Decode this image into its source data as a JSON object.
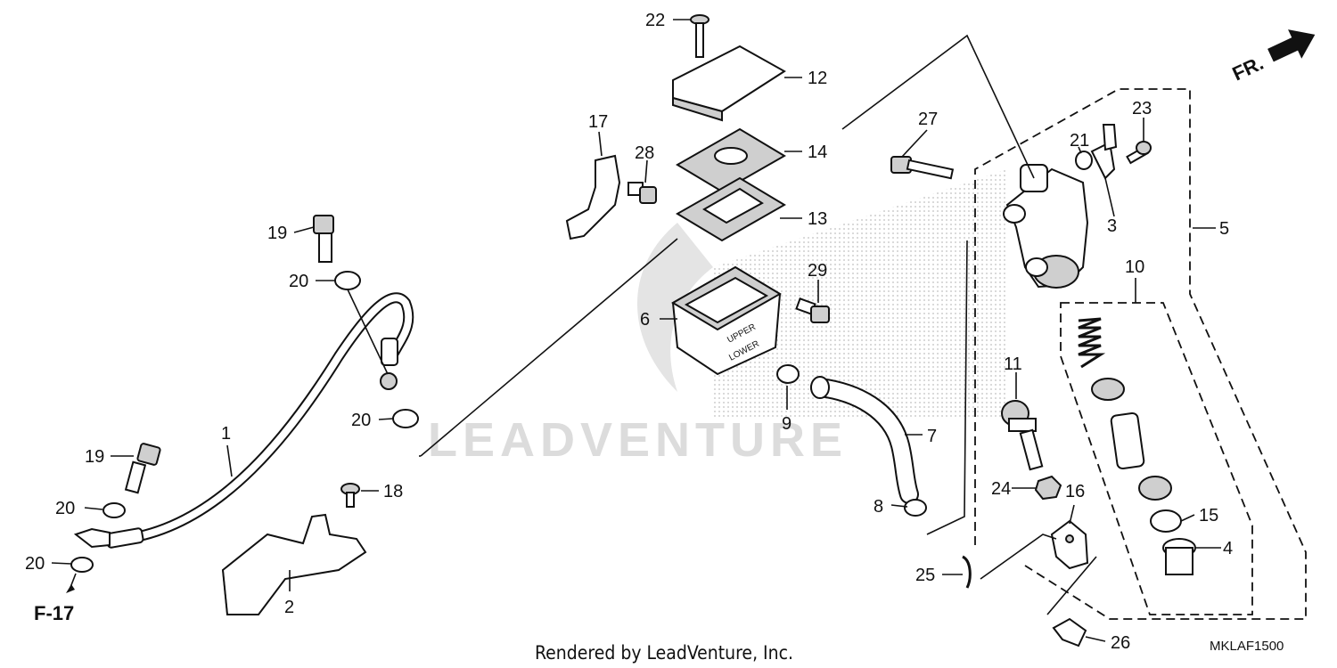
{
  "diagram": {
    "diagram_code": "MKLAF1500",
    "credit": "Rendered by LeadVenture, Inc.",
    "watermark": "LEADVENTURE",
    "front_indicator": "FR.",
    "reference": "F-17",
    "callouts": {
      "c1": "1",
      "c2": "2",
      "c3": "3",
      "c4": "4",
      "c5": "5",
      "c6": "6",
      "c7": "7",
      "c8": "8",
      "c9": "9",
      "c10": "10",
      "c11": "11",
      "c12": "12",
      "c13": "13",
      "c14": "14",
      "c15": "15",
      "c16": "16",
      "c17": "17",
      "c18": "18",
      "c19a": "19",
      "c19b": "19",
      "c20a": "20",
      "c20b": "20",
      "c20c": "20",
      "c20d": "20",
      "c21": "21",
      "c22": "22",
      "c23": "23",
      "c24": "24",
      "c25": "25",
      "c26": "26",
      "c27": "27",
      "c28": "28",
      "c29": "29"
    },
    "reservoir_text_upper": "UPPER",
    "reservoir_text_lower": "LOWER"
  }
}
